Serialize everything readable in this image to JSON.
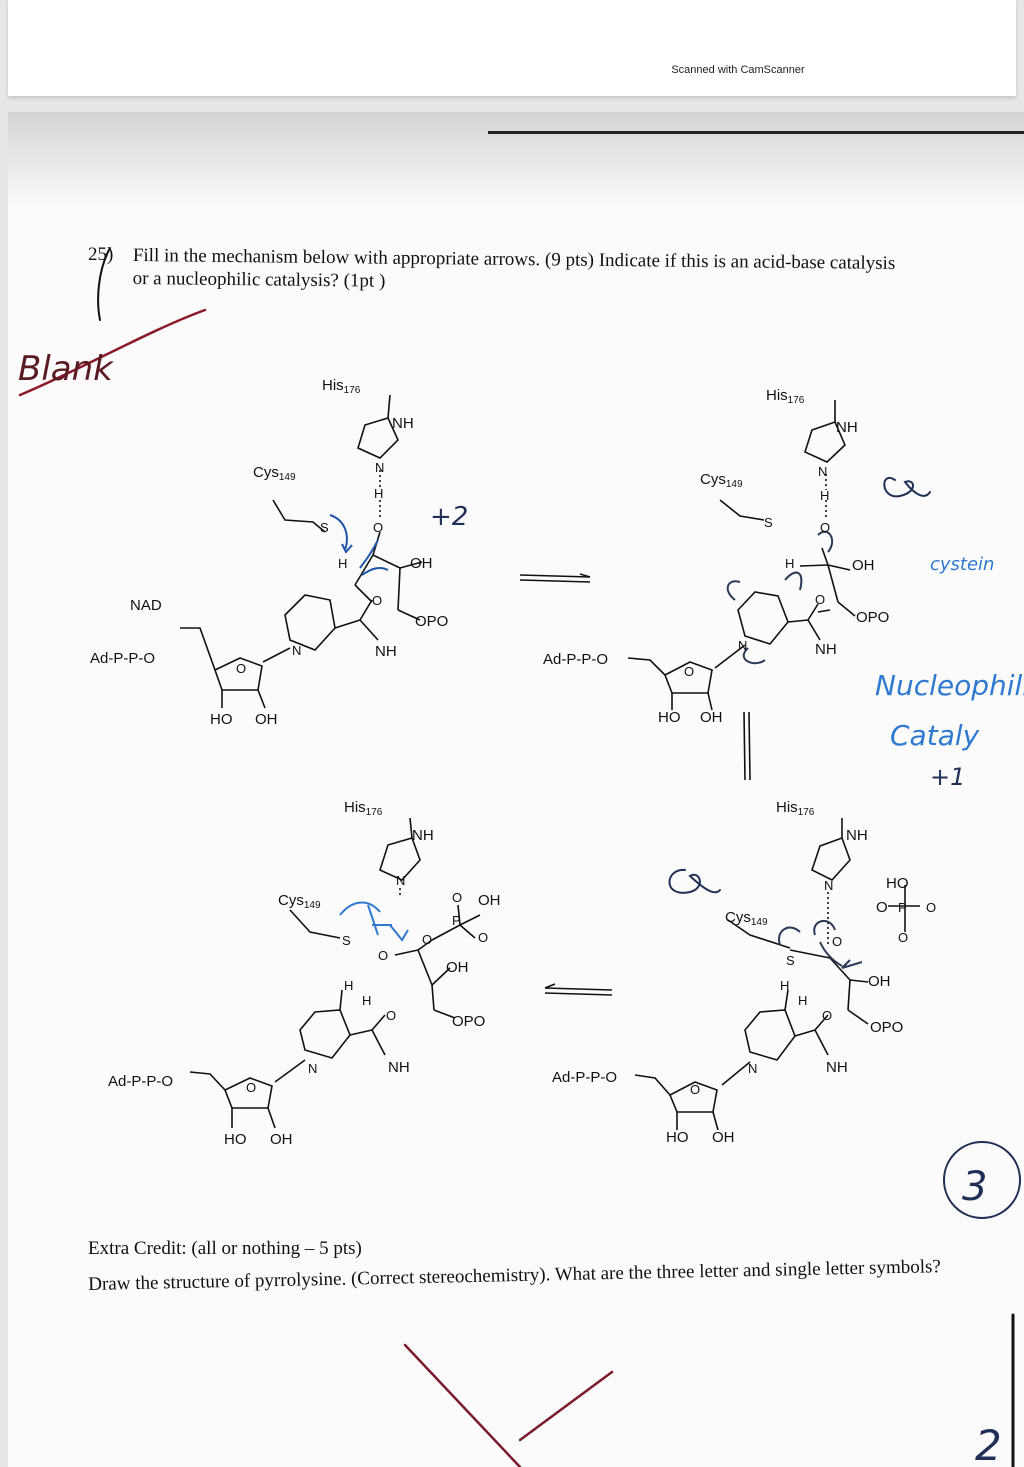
{
  "scanner": {
    "label": "Scanned with CamScanner"
  },
  "question": {
    "number": "25)",
    "text": "Fill in the mechanism below with appropriate arrows. (9 pts) Indicate if this is an acid-base catalysis or a nucleophilic catalysis? (1pt )"
  },
  "structure_labels": {
    "his": "His",
    "his_sub": "176",
    "cys": "Cys",
    "cys_sub": "149",
    "nh": "NH",
    "nad": "NAD",
    "adpp": "Ad-P-P-O",
    "ho": "HO",
    "oh": "OH",
    "nh2": "NH",
    "opo3": "OPO",
    "o_minus": "O",
    "h": "H",
    "s_minus": "S",
    "n_plus": "N",
    "n": "N",
    "o": "O",
    "ho_p": "HO",
    "p": "P"
  },
  "annotations": {
    "grade_mark": "Blank",
    "plus_two": "+2",
    "catalysis_line1": "Nucleophili",
    "catalysis_line2": "Cataly",
    "plus_one": "+1",
    "note_top": "cystein",
    "score": "3",
    "edge_mark": "2"
  },
  "extra_credit": {
    "title": "Extra Credit: (all or nothing – 5 pts)",
    "text": "Draw the structure of pyrrolysine. (Correct stereochemistry). What are the three letter and single letter symbols?"
  },
  "colors": {
    "ink": "#111111",
    "pen_blue": "#1f56a8",
    "pen_blue_light": "#2f7ad0",
    "pen_dark": "#2a3a55"
  }
}
